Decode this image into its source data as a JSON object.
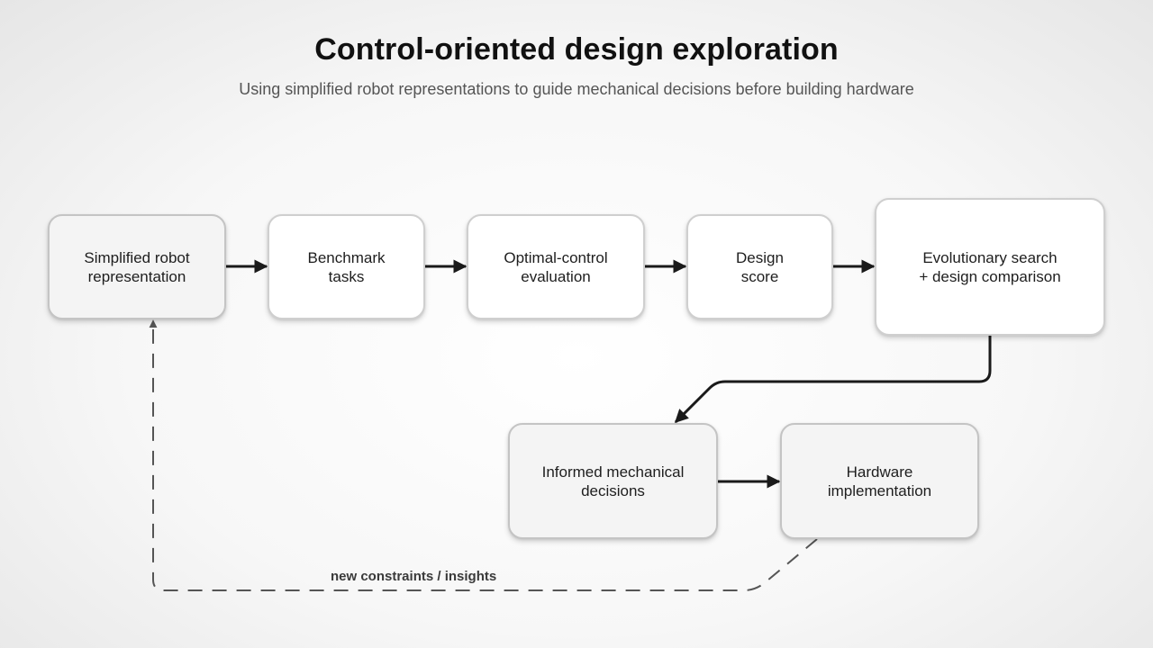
{
  "header": {
    "title": "Control-oriented design exploration",
    "subtitle": "Using simplified robot representations to guide mechanical decisions before building hardware"
  },
  "nodes": {
    "simplified": "Simplified robot\nrepresentation",
    "benchmark": "Benchmark\ntasks",
    "optimal": "Optimal-control\nevaluation",
    "score": "Design\nscore",
    "evolutionary": "Evolutionary search\n+ design comparison",
    "informed": "Informed mechanical\ndecisions",
    "hardware": "Hardware\nimplementation"
  },
  "edges": {
    "feedback_label": "new constraints / insights"
  },
  "colors": {
    "arrow": "#1a1a1a",
    "feedback": "#555555",
    "node_border": "#cfcfcf"
  }
}
